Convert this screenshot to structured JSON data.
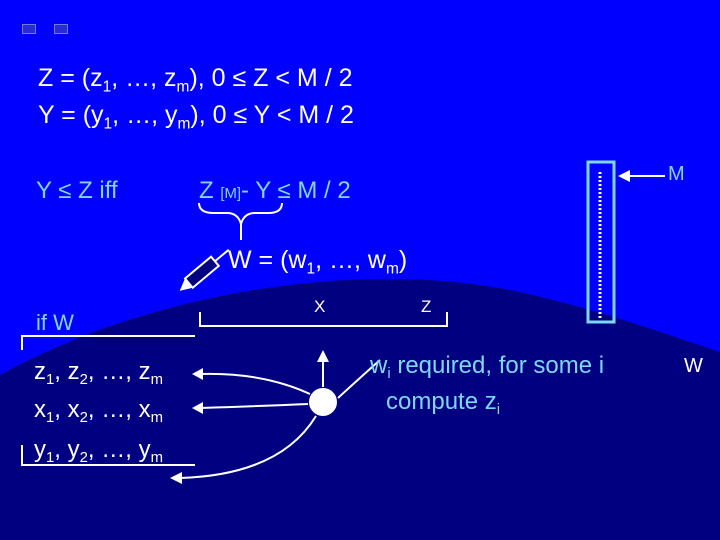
{
  "colors": {
    "background": "#0000FF",
    "text": "#FFFFFF",
    "accent": "#7FD7F7",
    "hill": "#000080"
  },
  "line1": {
    "text": "Z = (z",
    "sub1": "1",
    "mid": ", …, z",
    "sub2": "m",
    "end": "),   0 ≤ Z < M / 2"
  },
  "line2": {
    "text": "Y = (y",
    "sub1": "1",
    "mid": ", …, y",
    "sub2": "m",
    "end": "),   0 ≤ Y < M / 2"
  },
  "iff": {
    "text": "Y ≤ Z  iff"
  },
  "condition": {
    "z": "Z",
    "bracket": "[M]",
    "rest": "- Y   ≤   M / 2"
  },
  "w_def": {
    "text": "W = (w",
    "sub1": "1",
    "mid": ", …, w",
    "sub2": "m",
    "end": ")"
  },
  "labels": {
    "M": "M",
    "X": "X",
    "Z": "Z",
    "W": "W",
    "ifW": "if  W"
  },
  "rows": {
    "z": {
      "a": "z",
      "s1": "1",
      "b": ", z",
      "s2": "2",
      "c": ", …, z",
      "s3": "m"
    },
    "x": {
      "a": "x",
      "s1": "1",
      "b": ", x",
      "s2": "2",
      "c": ", …, x",
      "s3": "m"
    },
    "y": {
      "a": "y",
      "s1": "1",
      "b": ", y",
      "s2": "2",
      "c": ", …, y",
      "s3": "m"
    }
  },
  "note": {
    "w": "w",
    "wsub": "i",
    "rest": " required, for some i",
    "line2": "compute z",
    "zsub": "i"
  }
}
